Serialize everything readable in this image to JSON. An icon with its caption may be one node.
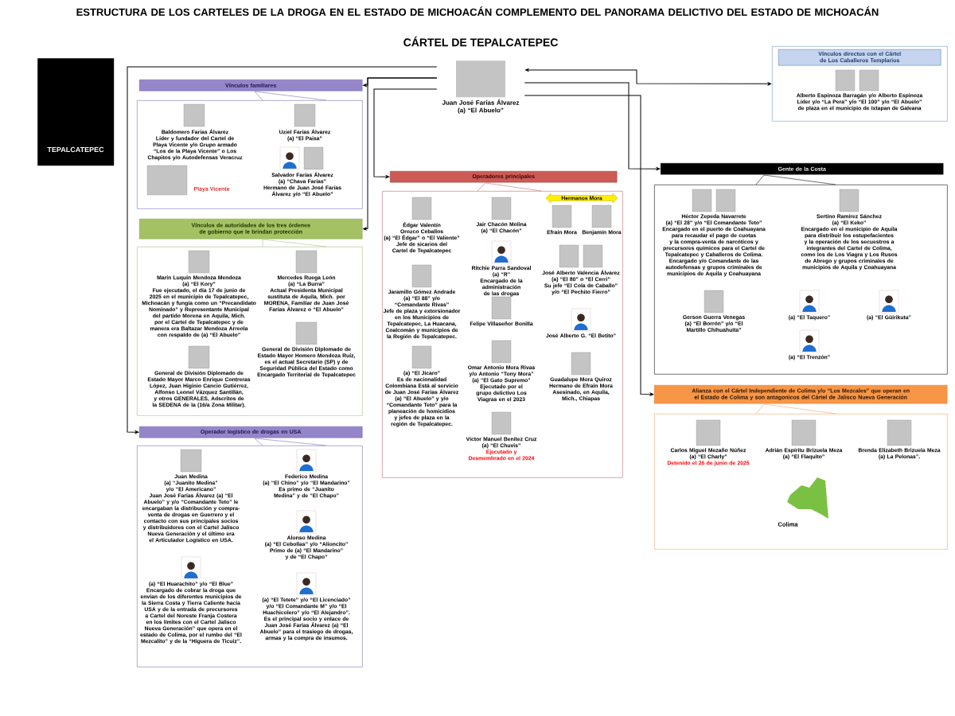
{
  "diagram": {
    "title": "ESTRUCTURA DE LOS CARTELES DE LA DROGA EN EL ESTADO DE MICHOACÁN COMPLEMENTO DEL PANORAMA DELICTIVO DEL ESTADO DE MICHOACÁN",
    "nodes": [
      {
        "text": [
          "Juan José Farías Álvarez",
          "(a) “El Abuelo”"
        ]
      },
      {
        "text": [
          "TEPALCATEPEC"
        ]
      },
      {
        "text": [
          "Vínculos directos con el Cártel de Los Caballeros Templarios",
          "Alberto Espinoza Barragán y/o Alberto Espinoza Líder y/o “La Pera” y/o “El 100” y/o “El Abuelo” de plaza en el municipio de Ixtapan de Galeana"
        ]
      },
      {
        "text": [
          "Vínculos familiares"
        ]
      },
      {
        "text": [],
        "shape": "box"
      },
      {
        "text": [
          "Baldomero Farías Álvarez",
          "Líder y fundador del Cartel de Playa Vicente y/o Grupo armado “Los de la Playa Vicente” o Los Chapitos y/o Autodefensas Veracruz"
        ],
        "in": 4
      },
      {
        "text": [
          "Uziel Farías Álvarez",
          "(a) “El Paisa”"
        ],
        "in": 4
      },
      {
        "text": [
          "Salvador Farías Álvarez",
          "(a) “Chava Farías”",
          "Hermano de Juan José Farías Álvarez y/o “El Abuelo”"
        ],
        "in": 4
      },
      {
        "text": [
          "Vínculos de autoridades de los tres órdenes de gobierno que le brindan protección"
        ]
      },
      {
        "text": [],
        "shape": "box"
      },
      {
        "text": [
          "Marín Luquín Mendoza Mendoza",
          "(a) “El Kory”",
          "Fue ejecutado, el día 17 de junio de 2025 en el municipio de Tepalcatepec, Michoacán y fungía como un “Precandidato Nominado” y Representante Municipal del partido Morena en Aquila, Mich. por el Cartel de Tepalcatepec y de manera era Baltazar Mendoza Arreola con respaldo de (a) “El Abuelo”"
        ],
        "in": 9
      },
      {
        "text": [
          "Mercedes Ruega León",
          "(a) “La Burra”",
          "Actual Presidenta Municipal sustituta de Aquila, Mich. por MORENA, Familiar de Juan José Farías Álvarez o “El Abuelo”"
        ],
        "in": 9
      },
      {
        "text": [
          "General de División Diplomado de Estado Mayor Marco Enrique Contreras López, Juan Higinio Cancio Gutiérrez, Alfonso Leonel Vázquez Santillán, y otros GENERALES, Adscritos de la SEDENA de la (16/a Zona Militar)."
        ],
        "in": 9
      },
      {
        "text": [
          "General de División Diplomado de Estado Mayor Homero Mendoza Ruiz, es el actual Secretario (SP) y de Seguridad Pública del Estado como Encargado Territorial de Tepalcatepec"
        ],
        "in": 9
      },
      {
        "text": [
          "Operador logístico de drogas en USA"
        ]
      },
      {
        "text": [],
        "shape": "box"
      },
      {
        "text": [
          "Juan Medina",
          "(a) “Juanito Medina” y/o “El Americano”",
          "Juan José Farías Álvarez (a) “El Abuelo” y y/o “Comandante Teto” le encargaban la distribución y compra-venta de drogas en Guerrero y el contacto con sus principales socios y distribuidores con el Cartel Jalisco Nueva Generación y el último era el Articulador Logístico en USA."
        ],
        "in": 15
      },
      {
        "text": [
          "Federico Medina",
          "(a) “El Chino” y/o “El Mandarino”",
          "Es primo de “Juanito Medina” y de “El Chapo”"
        ],
        "in": 15
      },
      {
        "text": [
          "Alonso Medina",
          "(a) “El Cebollas” y/o “Alioncito”",
          "Primo de (a) “El Mandarino” y de “El Chapo”"
        ],
        "in": 15
      },
      {
        "text": [
          "(a) “El Huarachito” y/o “El Blue”",
          "Encargado de cobrar la droga que envían de los diferentes municipios de la Sierra Costa y Tierra Caliente hacia USA y de la entrada de precursores a Cartel del Noreste Franja Costera en los límites con el Cartel Jalisco Nueva Generación” que opera en el estado de Colima, por el rumbo del “El Mezcalito” y de la “Higuera de Ticuiz”."
        ],
        "in": 15
      },
      {
        "text": [
          "(a) “El Tetete” y/o “El Licenciado” y/o “El Comandante M” y/o “El Huachicolero” y/o “El Alejandro”.",
          "Es el principal socio y enlace de Juan José Farías Álvarez (a) “El Abuelo” para el trasiego de drogas, armas y la compra de insumos."
        ],
        "in": 15
      },
      {
        "text": [
          "Operadores principales"
        ]
      },
      {
        "text": [],
        "shape": "box"
      },
      {
        "text": [
          "Édgar Valentín Orozco Ceballos",
          "(a) “El Édgar” o “El Valiente”",
          "Jefe de sicarios del Cartel de Tepalcatepec"
        ],
        "in": 22
      },
      {
        "text": [
          "Jair Chacón Molina",
          "(a) “El Chacón”"
        ],
        "in": 22
      },
      {
        "text": [
          "Hermanos Mora"
        ],
        "in": 22
      },
      {
        "text": [
          "Efraín Mora"
        ],
        "in": 22
      },
      {
        "text": [
          "Benjamín Mora"
        ],
        "in": 22
      },
      {
        "text": [
          "Jaramillo Gómez Andrade",
          "(a) “El 88” y/o “Comandante Rivas”",
          "Jefe de plaza y extorsionador en los Municipios de Tepalcatepec, La Huacana, Coalcomán y municipios de la Región de Tepalcatepec."
        ],
        "in": 22
      },
      {
        "text": [
          "Ritchie Parra Sandoval",
          "(a) “R”",
          "Encargado de la administración de las drogas"
        ],
        "in": 22
      },
      {
        "text": [
          "José Alberto Valencia Álvarez",
          "(a) “El 80” o “El Cerri”",
          "Su jefe “El Cola de Caballo” y/o “El Pechito Fierro”"
        ],
        "in": 22
      },
      {
        "text": [
          "(a) “El Jícaro”",
          "Es de nacionalidad Colombiana Está al servicio de Juan José Farías Álvarez (a) “El Abuelo” y y/o “Comandante Teto” para la planeación de homicidios y jefes de plaza en la región de Tepalcatepec."
        ],
        "in": 22
      },
      {
        "text": [
          "Felipe Villaseñor Bonilla"
        ],
        "in": 22
      },
      {
        "text": [
          "José Alberto G. “El Betito”"
        ],
        "in": 22
      },
      {
        "text": [
          "Omar Antonio Mora Rivas y/o Antonio “Tony Mora”",
          "(a) “El Gato Supremo”",
          "Ejecutado por el grupo delictivo Los Viagras en el 2023"
        ],
        "in": 22
      },
      {
        "text": [
          "Guadalupe Mora Quiroz",
          "Hermano de Efraín Mora",
          "Asesinado, en Aquila, Mich., Chiapas"
        ],
        "in": 22
      },
      {
        "text": [
          "Víctor Manuel Benítez Cruz",
          "(a) “El Chuvis”",
          "Ejecutado y Desmembrado en el 2024"
        ],
        "in": 22
      },
      {
        "text": [
          "Gente de la Costa"
        ]
      },
      {
        "text": [],
        "shape": "box"
      },
      {
        "text": [
          "Héctor Zepeda Navarrete",
          "(a) “El 28” y/o “El Comandante Teto”",
          "Encargado en el puerto de Coahuayana para recaudar el pago de cuotas y la compra-venta de narcóticos y precursores químicos para el Cartel de Tepalcatepec y Caballeros de Colima. Encargado y/o Comandante de las autodefensas y grupos criminales de municipios de Aquila y Coahuayana"
        ],
        "in": 38
      },
      {
        "text": [
          "Sertino Ramírez Sánchez",
          "(a) “El Keko”",
          "Encargado en el municipio de Aquila para distribuir los estupefacientes y la operación de los secuestros a integrantes del Cartel de Colima, como los de Los Viagra y Los Rusos de Abrego y grupos criminales de municipios de Aquila y Coahuayana"
        ],
        "in": 38
      },
      {
        "text": [
          "Gerson Guerra Venegas",
          "(a) “El Borrón” y/o “El Martillo Chihuahuita”"
        ],
        "in": 38
      },
      {
        "text": [
          "(a) “El Taquero”"
        ],
        "in": 38
      },
      {
        "text": [
          "(a) “El Güirikuta”"
        ],
        "in": 38
      },
      {
        "text": [
          "(a) “El Trenzón”"
        ],
        "in": 38
      },
      {
        "text": [
          "Alianza con el Cártel Independiente de Colima y/o “Los Mezcales” que operan en el Estado de Colima y son antagonicos del Cártel de Jalisco Nueva Generación"
        ]
      },
      {
        "text": [],
        "shape": "box"
      },
      {
        "text": [
          "Carlos Miguel Mezaño Núñez",
          "(a) “El Charly”",
          "Detenido el 26 de junio de 2025"
        ],
        "in": 46
      },
      {
        "text": [
          "Adrián Espíritu Brizuela Meza",
          "(a) “El Flaquito”"
        ],
        "in": 46
      },
      {
        "text": [
          "Brenda Elizabeth Brizuela Meza",
          "(a) La Pelonas”."
        ],
        "in": 46
      },
      {
        "text": [
          "Colima"
        ],
        "in": 46
      }
    ],
    "edges": [
      {
        "from": 0,
        "to": 3,
        "arrow": "to"
      },
      {
        "from": 0,
        "to": 8,
        "arrow": "to"
      },
      {
        "from": 0,
        "to": 21,
        "arrow": "to"
      },
      {
        "from": 0,
        "to": 14,
        "arrow": "to"
      },
      {
        "from": 0,
        "to": 2,
        "arrow": "both"
      },
      {
        "from": 0,
        "to": 37,
        "arrow": "to"
      },
      {
        "from": 0,
        "to": 45,
        "arrow": "to"
      }
    ],
    "labels": [
      "CÁRTEL DE TEPALCATEPEC",
      "Playa Vicente"
    ]
  }
}
